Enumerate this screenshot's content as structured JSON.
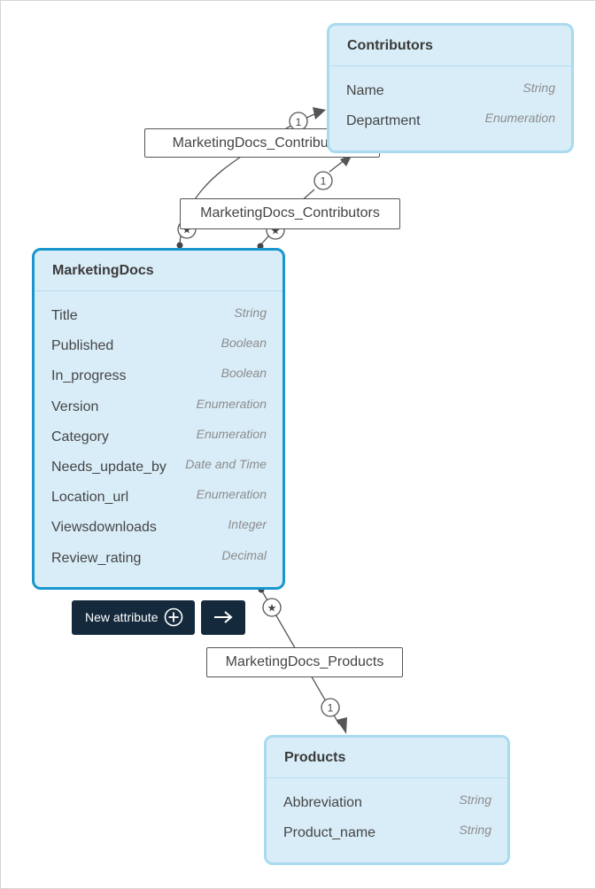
{
  "entities": {
    "contributors": {
      "title": "Contributors",
      "attributes": [
        {
          "name": "Name",
          "type": "String"
        },
        {
          "name": "Department",
          "type": "Enumeration"
        }
      ]
    },
    "marketing_docs": {
      "title": "MarketingDocs",
      "attributes": [
        {
          "name": "Title",
          "type": "String"
        },
        {
          "name": "Published",
          "type": "Boolean"
        },
        {
          "name": "In_progress",
          "type": "Boolean"
        },
        {
          "name": "Version",
          "type": "Enumeration"
        },
        {
          "name": "Category",
          "type": "Enumeration"
        },
        {
          "name": "Needs_update_by",
          "type": "Date and Time"
        },
        {
          "name": "Location_url",
          "type": "Enumeration"
        },
        {
          "name": "Viewsdownloads",
          "type": "Integer"
        },
        {
          "name": "Review_rating",
          "type": "Decimal"
        }
      ]
    },
    "products": {
      "title": "Products",
      "attributes": [
        {
          "name": "Abbreviation",
          "type": "String"
        },
        {
          "name": "Product_name",
          "type": "String"
        }
      ]
    }
  },
  "relations": {
    "contributors_a": {
      "label": "MarketingDocs_Contributors",
      "from_mult": "★",
      "to_mult": "1"
    },
    "contributors_b": {
      "label": "MarketingDocs_Contributors",
      "from_mult": "★",
      "to_mult": "1"
    },
    "products": {
      "label": "MarketingDocs_Products",
      "from_mult": "★",
      "to_mult": "1"
    }
  },
  "buttons": {
    "new_attribute": "New attribute",
    "new_attribute_icon": "plus-circle-icon",
    "next_icon": "arrow-right-icon"
  },
  "colors": {
    "entity_fill": "#d9edf8",
    "entity_border": "#a9daf0",
    "selected_border": "#1a96cf",
    "button_bg": "#142a3c"
  }
}
